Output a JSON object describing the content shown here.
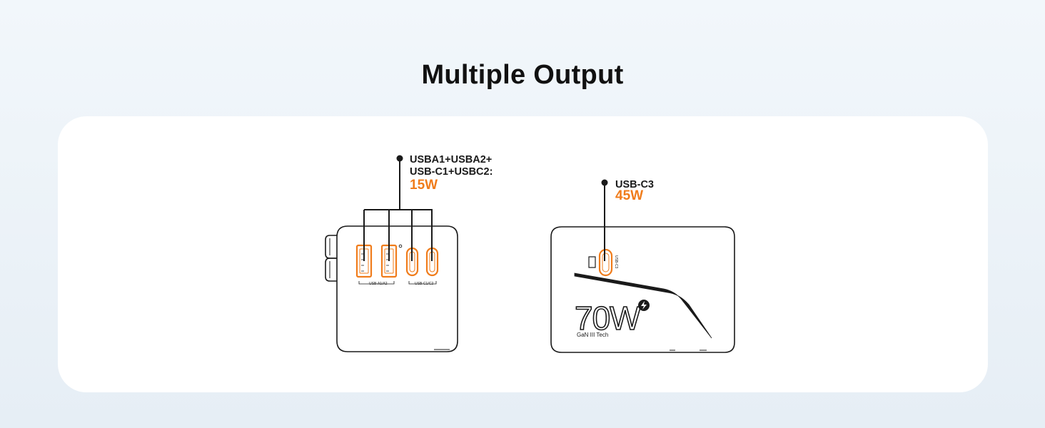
{
  "page": {
    "title": "Multiple Output"
  },
  "left_device": {
    "label_line1": "USBA1+USBA2+",
    "label_line2": "USB-C1+USBC2:",
    "wattage": "15W",
    "port_a_label": "USB-A1/A2",
    "port_c_label": "USB-C1/C2"
  },
  "right_device": {
    "label": "USB-C3",
    "wattage": "45W",
    "port_label": "USB-C3",
    "power_text": "70W",
    "tech_text": "GaN III Tech"
  },
  "colors": {
    "accent": "#f07c1b",
    "line": "#1a1a1a"
  }
}
